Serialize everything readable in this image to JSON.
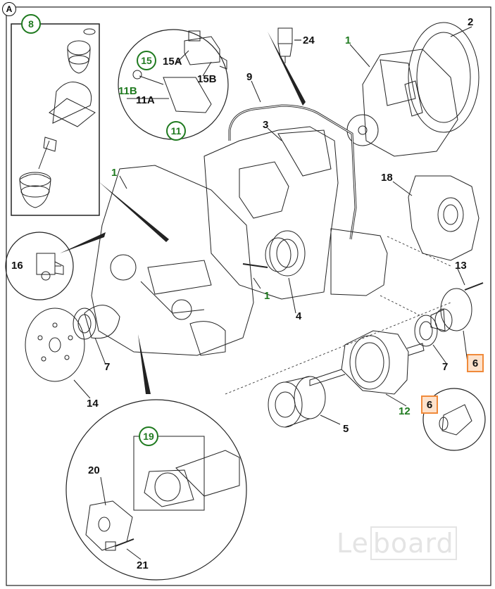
{
  "section_badge": "A",
  "callouts": {
    "c8": "8",
    "c15": "15",
    "c15a": "15A",
    "c15b": "15B",
    "c11b": "11B",
    "c11a": "11A",
    "c11": "11",
    "c24": "24",
    "c9": "9",
    "c3": "3",
    "c2": "2",
    "c1_top": "1",
    "c1_left": "1",
    "c1_mid": "1",
    "c18": "18",
    "c16": "16",
    "c4": "4",
    "c13": "13",
    "c7_left": "7",
    "c7_right": "7",
    "c14": "14",
    "c6_a": "6",
    "c6_b": "6",
    "c12": "12",
    "c5": "5",
    "c19": "19",
    "c20": "20",
    "c21": "21"
  },
  "watermark": {
    "part1": "Le",
    "part2": "board"
  },
  "colors": {
    "green": "#1f7a1f",
    "orange": "#f08a3a",
    "orange_fill": "#fde2cc",
    "line": "#222222"
  }
}
